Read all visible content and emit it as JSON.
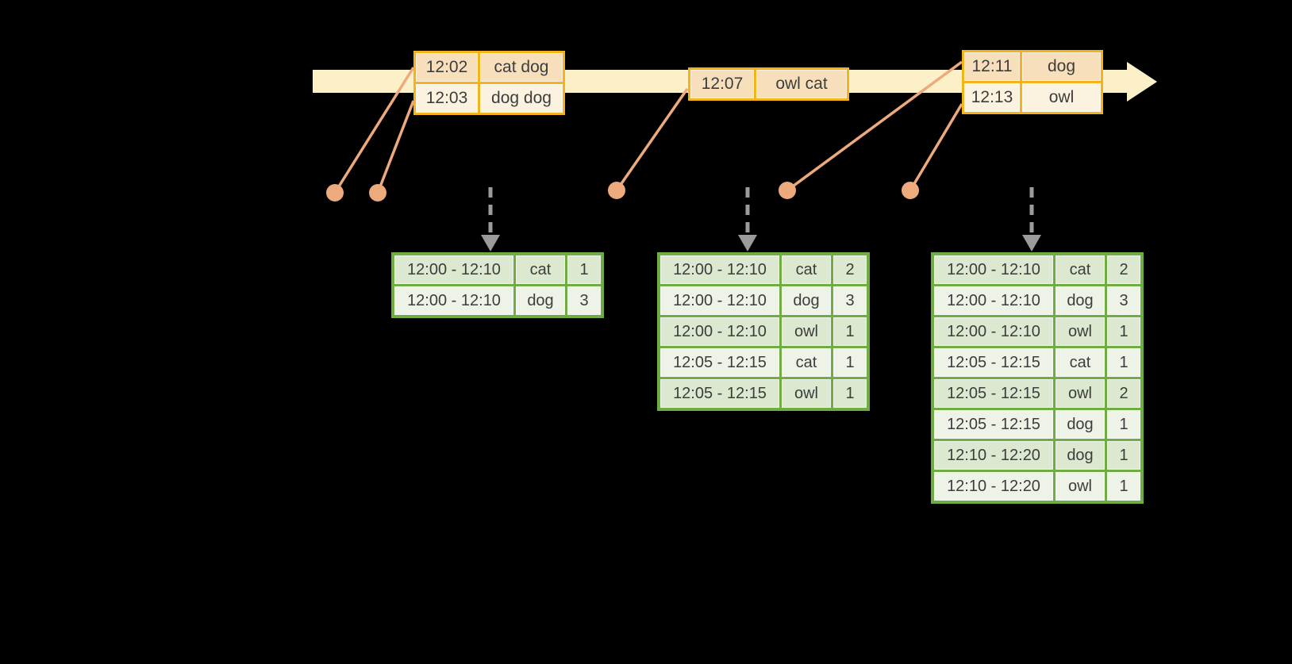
{
  "colors": {
    "background": "#000000",
    "timeline_band": "#FBF0C8",
    "event_table_border": "#F2B31B",
    "event_row_peach": "#F8DFBC",
    "event_row_cream": "#FCF2E0",
    "connector_salmon": "#EDAA7C",
    "trigger_arrow_gray": "#9B9B9B",
    "result_table_border": "#6FAD44",
    "result_row_dark": "#DCE8D0",
    "result_row_light": "#EDF3E7",
    "text": "#3D3D3D"
  },
  "event_tables": [
    {
      "rows": [
        {
          "time": "12:02",
          "words": "cat dog"
        },
        {
          "time": "12:03",
          "words": "dog dog"
        }
      ]
    },
    {
      "rows": [
        {
          "time": "12:07",
          "words": "owl cat"
        }
      ]
    },
    {
      "rows": [
        {
          "time": "12:11",
          "words": "dog"
        },
        {
          "time": "12:13",
          "words": "owl"
        }
      ]
    }
  ],
  "result_tables": [
    {
      "rows": [
        {
          "window": "12:00 - 12:10",
          "word": "cat",
          "count": "1"
        },
        {
          "window": "12:00 - 12:10",
          "word": "dog",
          "count": "3"
        }
      ]
    },
    {
      "rows": [
        {
          "window": "12:00 - 12:10",
          "word": "cat",
          "count": "2"
        },
        {
          "window": "12:00 - 12:10",
          "word": "dog",
          "count": "3"
        },
        {
          "window": "12:00 - 12:10",
          "word": "owl",
          "count": "1"
        },
        {
          "window": "12:05 - 12:15",
          "word": "cat",
          "count": "1"
        },
        {
          "window": "12:05 - 12:15",
          "word": "owl",
          "count": "1"
        }
      ]
    },
    {
      "rows": [
        {
          "window": "12:00 - 12:10",
          "word": "cat",
          "count": "2"
        },
        {
          "window": "12:00 - 12:10",
          "word": "dog",
          "count": "3"
        },
        {
          "window": "12:00 - 12:10",
          "word": "owl",
          "count": "1"
        },
        {
          "window": "12:05 - 12:15",
          "word": "cat",
          "count": "1"
        },
        {
          "window": "12:05 - 12:15",
          "word": "owl",
          "count": "2"
        },
        {
          "window": "12:05 - 12:15",
          "word": "dog",
          "count": "1"
        },
        {
          "window": "12:10 - 12:20",
          "word": "dog",
          "count": "1"
        },
        {
          "window": "12:10 - 12:20",
          "word": "owl",
          "count": "1"
        }
      ]
    }
  ]
}
